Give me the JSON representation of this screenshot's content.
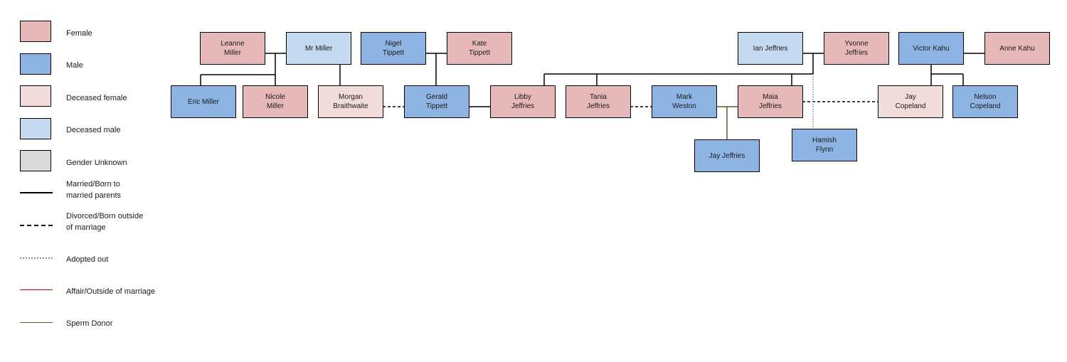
{
  "colors": {
    "female": "#e6b8b7",
    "male": "#8db4e2",
    "deceased_female": "#f2dcdb",
    "deceased_male": "#c5d9f1",
    "unknown": "#d9d9d9",
    "line_married": "#000000",
    "line_divorced": "#000000",
    "line_adopted": "#8c8c8c",
    "line_affair": "#c00000",
    "line_donor": "#4f6228"
  },
  "legend": [
    {
      "kind": "swatch",
      "color": "female",
      "label": "Female"
    },
    {
      "kind": "swatch",
      "color": "male",
      "label": "Male"
    },
    {
      "kind": "swatch",
      "color": "deceased_female",
      "label": "Deceased female"
    },
    {
      "kind": "swatch",
      "color": "deceased_male",
      "label": "Deceased male"
    },
    {
      "kind": "swatch",
      "color": "unknown",
      "label": "Gender Unknown"
    },
    {
      "kind": "line",
      "style": "solid",
      "color": "line_married",
      "label": "Married/Born to\nmarried parents"
    },
    {
      "kind": "line",
      "style": "dashed",
      "color": "line_divorced",
      "label": "Divorced/Born outside\nof marriage"
    },
    {
      "kind": "line",
      "style": "dotted",
      "color": "line_adopted",
      "label": "Adopted out"
    },
    {
      "kind": "line",
      "style": "solid",
      "color": "line_affair",
      "label": "Affair/Outside of marriage"
    },
    {
      "kind": "line",
      "style": "solid",
      "color": "line_donor",
      "label": "Sperm Donor"
    }
  ],
  "people": {
    "leanne_miller": {
      "name": "Leanne\nMiller",
      "type": "female"
    },
    "mr_miller": {
      "name": "Mr Miller",
      "type": "deceased_male"
    },
    "nigel_tippett": {
      "name": "Nigel\nTippett",
      "type": "male"
    },
    "kate_tippett": {
      "name": "Kate\nTippett",
      "type": "female"
    },
    "ian_jeffries": {
      "name": "Ian Jeffries",
      "type": "deceased_male"
    },
    "yvonne_jeffries": {
      "name": "Yvonne\nJeffries",
      "type": "female"
    },
    "victor_kahu": {
      "name": "Victor Kahu",
      "type": "male"
    },
    "anne_kahu": {
      "name": "Anne Kahu",
      "type": "female"
    },
    "eric_miller": {
      "name": "Eric Miller",
      "type": "male"
    },
    "nicole_miller": {
      "name": "Nicole\nMiller",
      "type": "female"
    },
    "morgan_braithwaite": {
      "name": "Morgan\nBraithwaite",
      "type": "deceased_female"
    },
    "gerald_tippett": {
      "name": "Gerald\nTippett",
      "type": "male"
    },
    "libby_jeffries": {
      "name": "Libby\nJeffries",
      "type": "female"
    },
    "tania_jeffries": {
      "name": "Tania\nJeffries",
      "type": "female"
    },
    "mark_weston": {
      "name": "Mark\nWeston",
      "type": "male"
    },
    "maia_jeffries": {
      "name": "Maia\nJeffries",
      "type": "female"
    },
    "jay_copeland": {
      "name": "Jay\nCopeland",
      "type": "deceased_female"
    },
    "nelson_copeland": {
      "name": "Nelson\nCopeland",
      "type": "male"
    },
    "jay_jeffries": {
      "name": "Jay Jeffries",
      "type": "male"
    },
    "hamish_flynn": {
      "name": "Hamish\nFlynn",
      "type": "male"
    }
  }
}
